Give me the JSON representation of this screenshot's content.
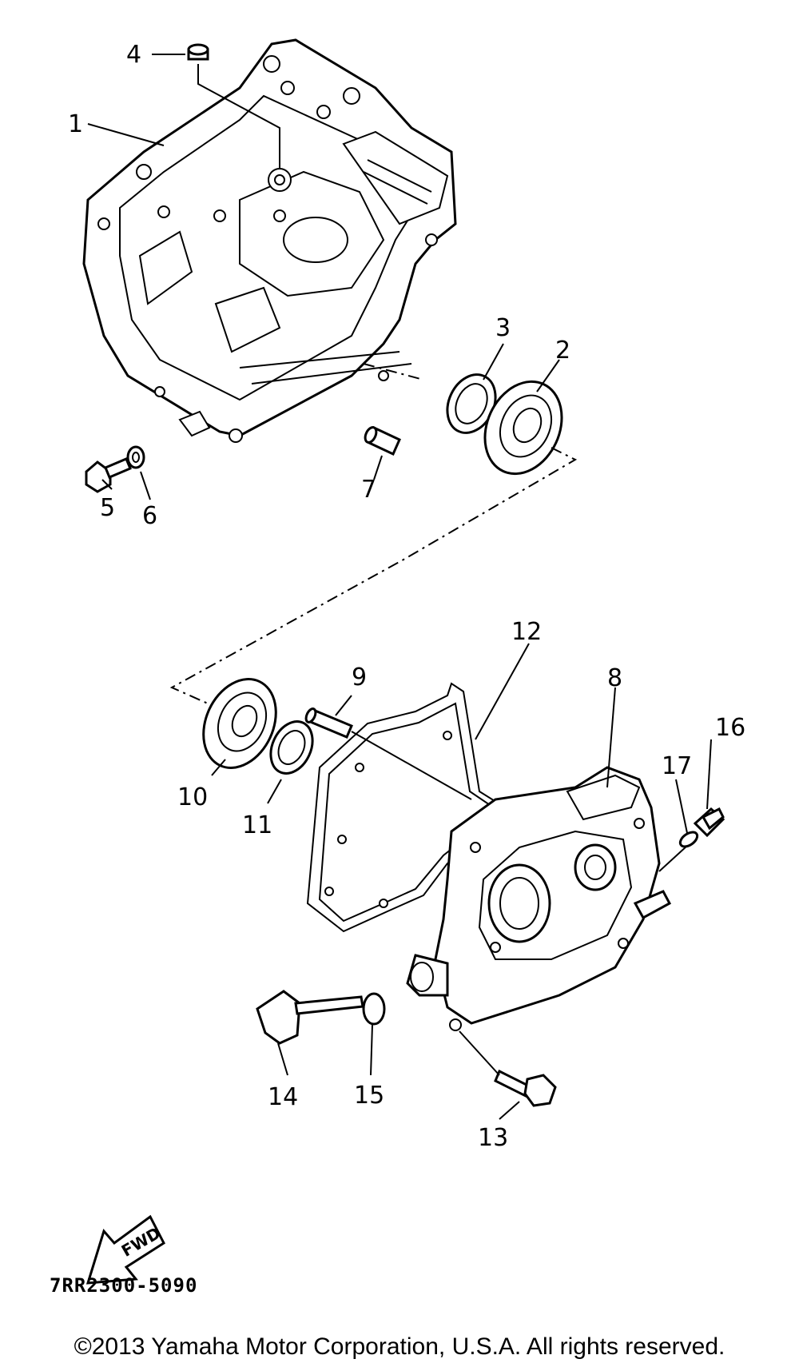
{
  "diagram": {
    "callouts": [
      {
        "id": "1",
        "label": "1"
      },
      {
        "id": "2",
        "label": "2"
      },
      {
        "id": "3",
        "label": "3"
      },
      {
        "id": "4",
        "label": "4"
      },
      {
        "id": "5",
        "label": "5"
      },
      {
        "id": "6",
        "label": "6"
      },
      {
        "id": "7",
        "label": "7"
      },
      {
        "id": "8",
        "label": "8"
      },
      {
        "id": "9",
        "label": "9"
      },
      {
        "id": "10",
        "label": "10"
      },
      {
        "id": "11",
        "label": "11"
      },
      {
        "id": "12",
        "label": "12"
      },
      {
        "id": "13",
        "label": "13"
      },
      {
        "id": "14",
        "label": "14"
      },
      {
        "id": "15",
        "label": "15"
      },
      {
        "id": "16",
        "label": "16"
      },
      {
        "id": "17",
        "label": "17"
      }
    ],
    "fwd_label": "FWD",
    "drawing_code": "7RR2300-5090"
  },
  "footer": {
    "copyright": "©2013 Yamaha Motor Corporation, U.S.A. All rights reserved."
  }
}
